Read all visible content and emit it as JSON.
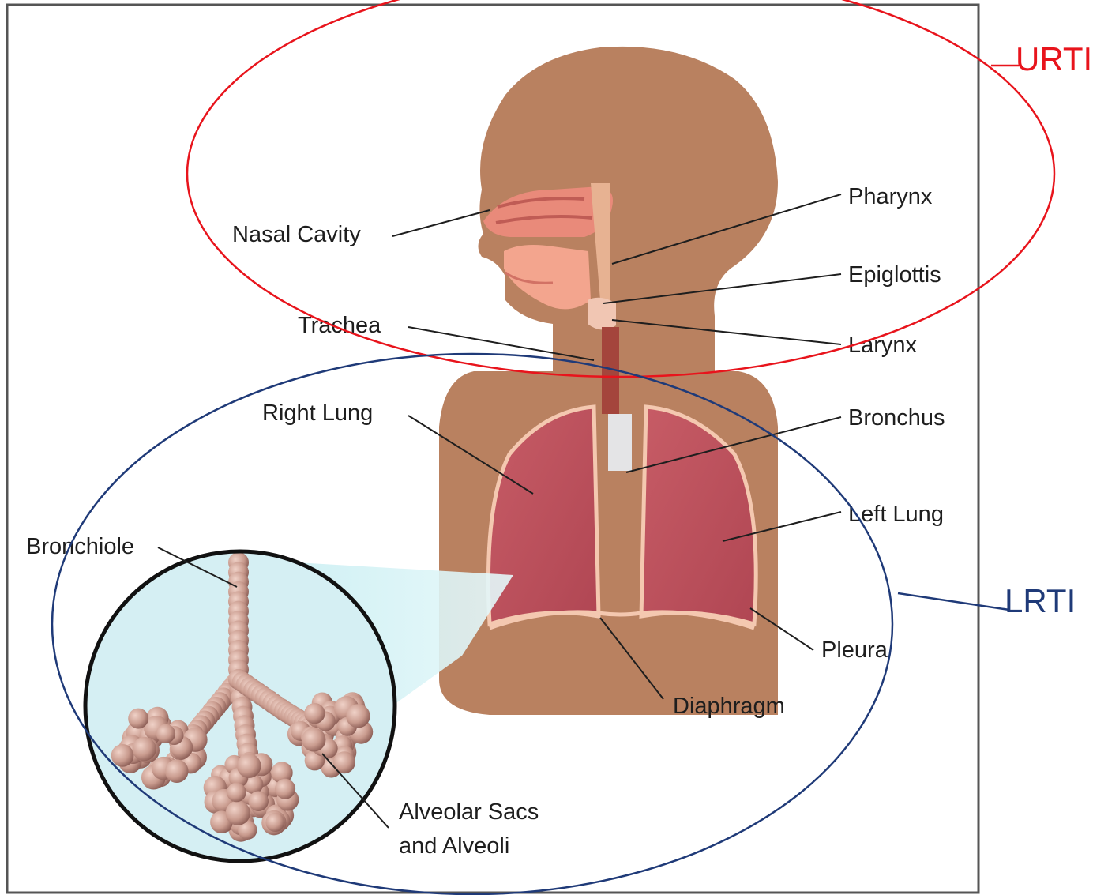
{
  "labels": {
    "nasal_cavity": "Nasal Cavity",
    "pharynx": "Pharynx",
    "epiglottis": "Epiglottis",
    "trachea": "Trachea",
    "larynx": "Larynx",
    "right_lung": "Right Lung",
    "bronchus": "Bronchus",
    "left_lung": "Left Lung",
    "bronchiole": "Bronchiole",
    "pleura": "Pleura",
    "diaphragm": "Diaphragm",
    "alveolar_line1": "Alveolar Sacs",
    "alveolar_line2": "and Alveoli"
  },
  "regions": {
    "urti": {
      "label": "URTI",
      "color": "#e8141c"
    },
    "lrti": {
      "label": "LRTI",
      "color": "#1f3a78"
    }
  },
  "colors": {
    "skin": "#b98160",
    "lung": "#c45a62",
    "lung_outline": "#f4c8b0",
    "alveoli": "#c79a8f",
    "label_text": "#1e1e1e"
  }
}
